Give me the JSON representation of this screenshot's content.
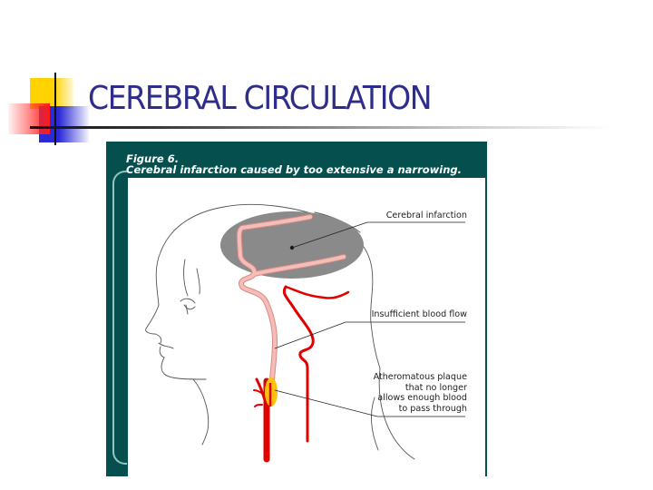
{
  "slide": {
    "title": "CEREBRAL CIRCULATION",
    "accent_colors": {
      "title": "#2e2e8a",
      "logo_yellow": "#ffd200",
      "logo_red": "#ff1a1a",
      "logo_blue": "#2b2bd6",
      "figure_frame": "#054f4f"
    }
  },
  "figure": {
    "number": "Figure 6.",
    "caption": "Cerebral infarction caused by too extensive a narrowing.",
    "labels": {
      "infarction": "Cerebral infarction",
      "insufficient_flow": "Insufficient blood flow",
      "plaque_lines": [
        "Atheromatous plaque",
        "that no longer",
        "allows enough blood",
        "to pass through"
      ]
    },
    "colors": {
      "infarct_area": "#8a8a8a",
      "healthy_artery": "#e00000",
      "narrowed_artery": "#f2b8b4",
      "plaque": "#ffc20e"
    }
  }
}
